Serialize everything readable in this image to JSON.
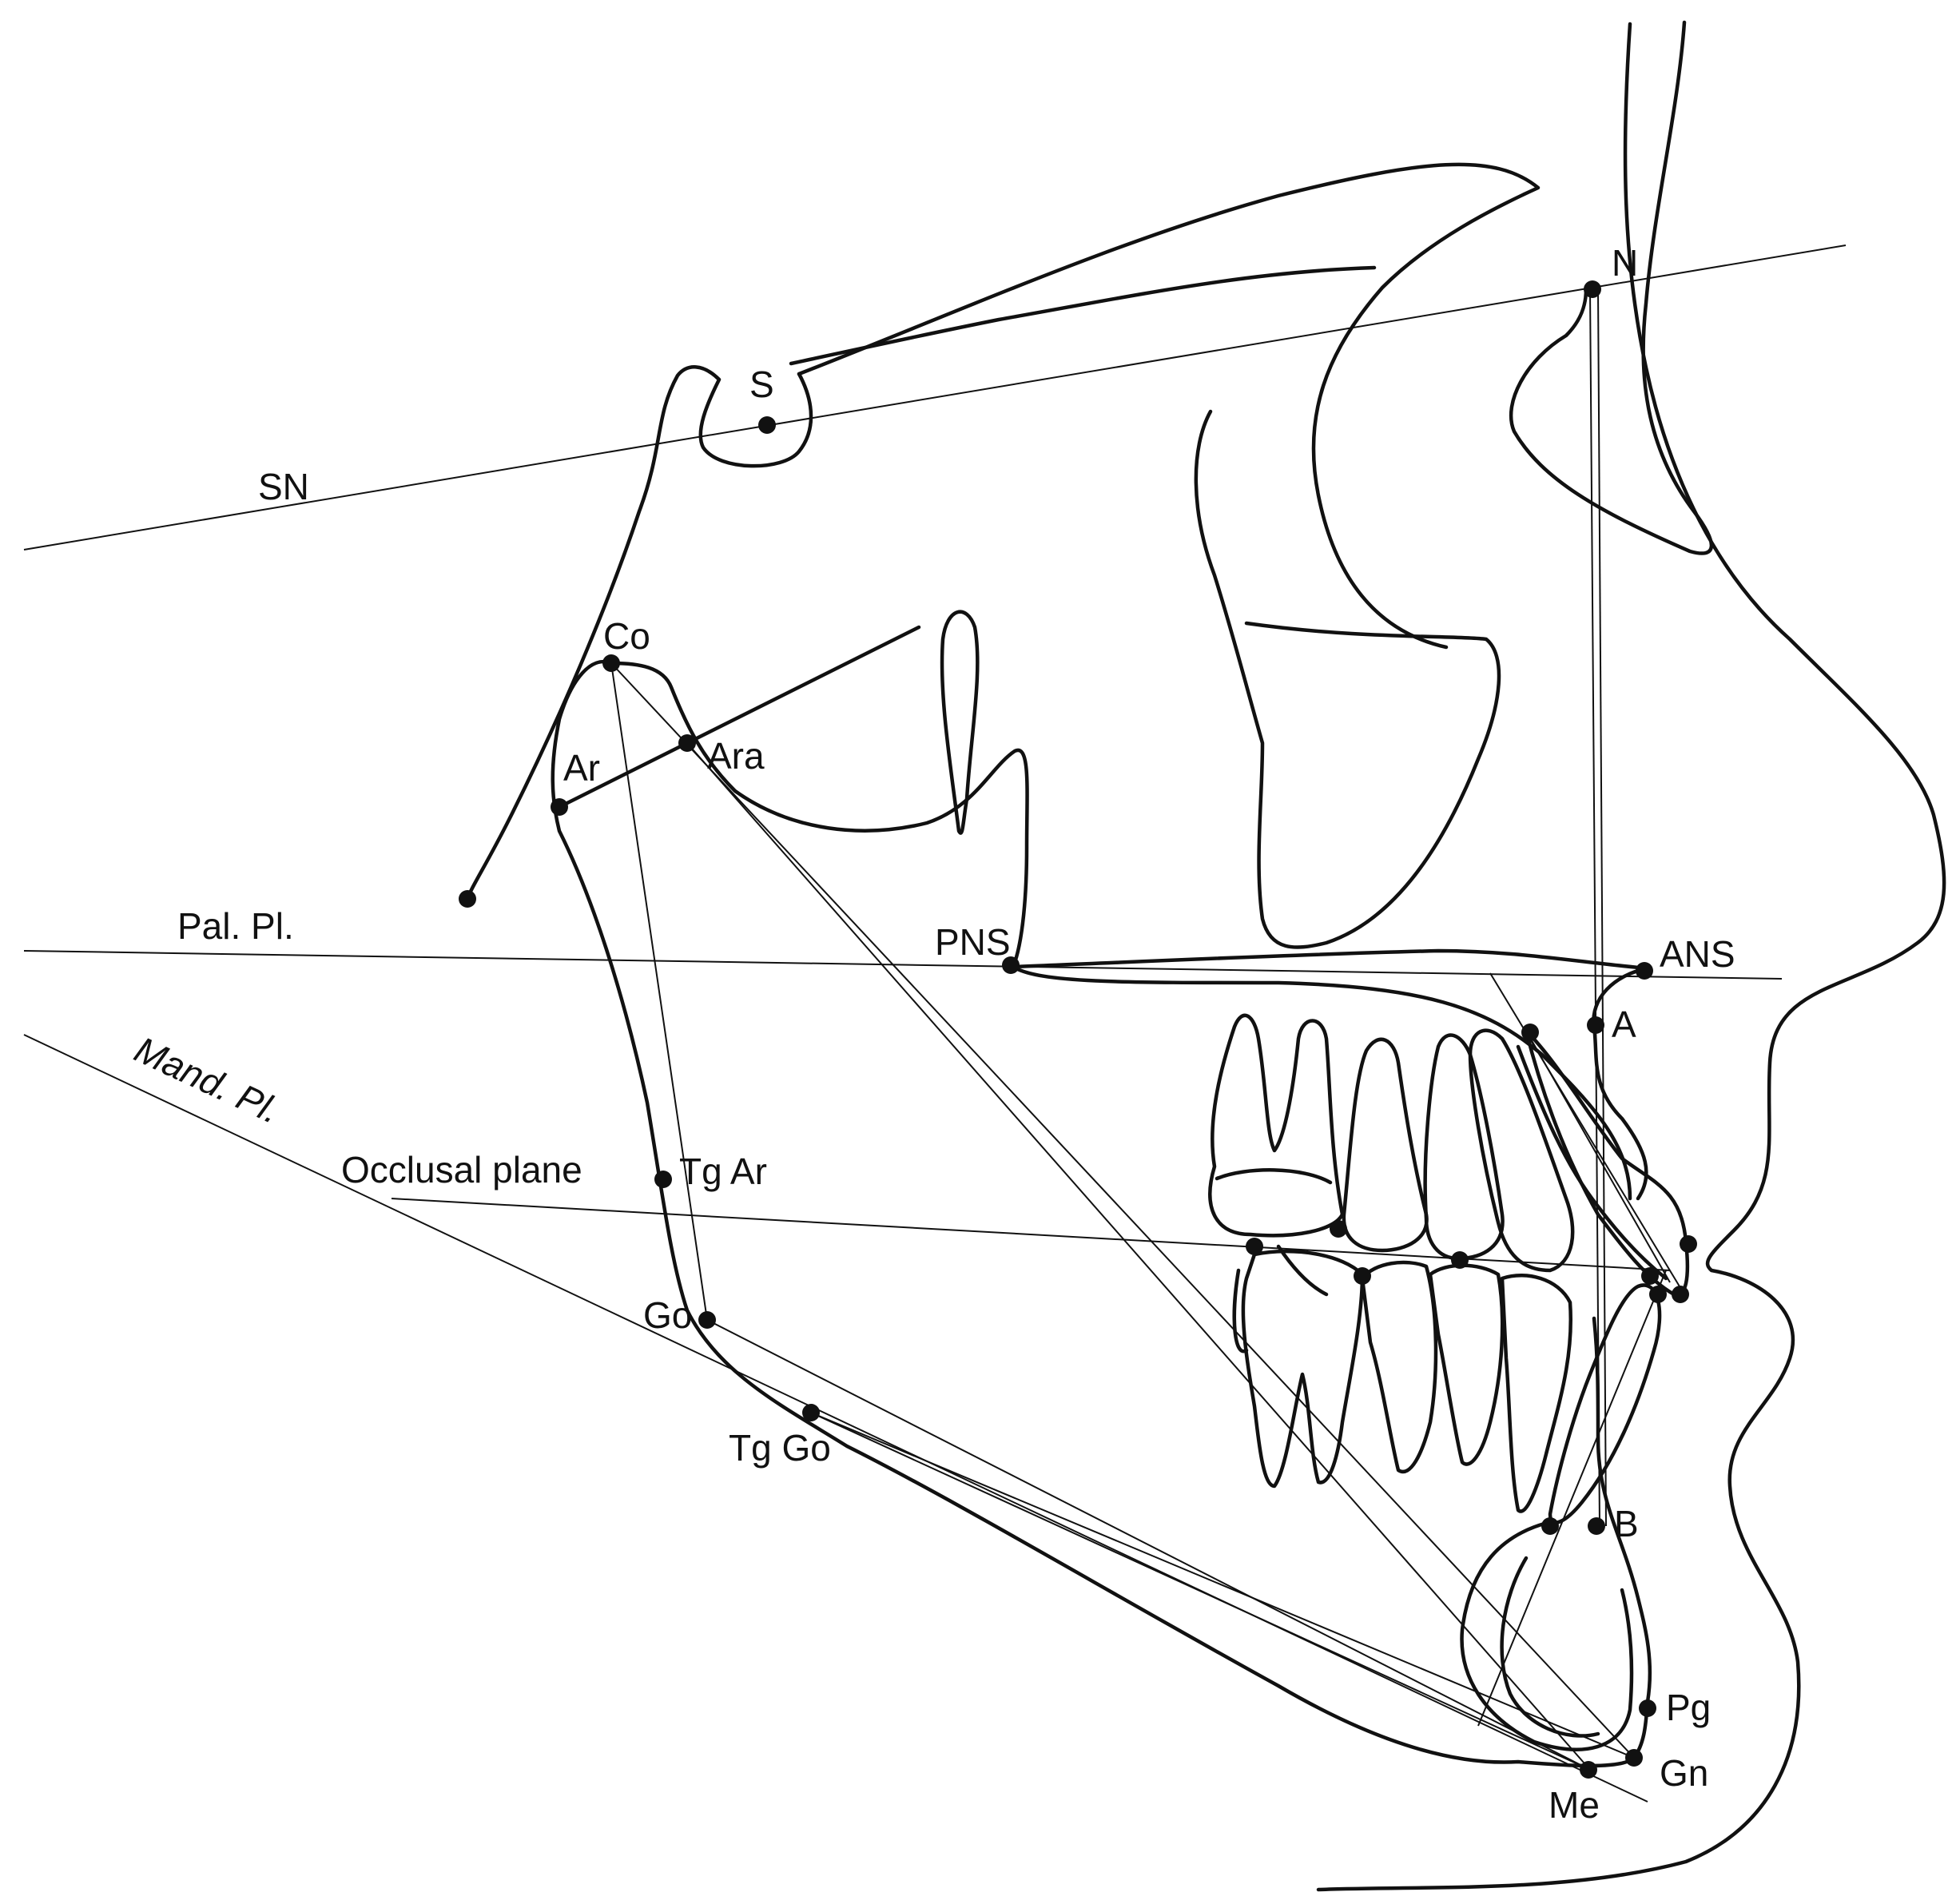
{
  "lines": {
    "sn": "SN",
    "palatal_plane": "Pal. Pl.",
    "mandibular_plane": "Mand. Pl.",
    "occlusal_plane": "Occlusal plane"
  },
  "landmarks": {
    "s": "S",
    "n": "N",
    "co": "Co",
    "ar": "Ar",
    "ara": "Ara",
    "pns": "PNS",
    "ans": "ANS",
    "a": "A",
    "tg_ar": "Tg Ar",
    "go": "Go",
    "tg_go": "Tg Go",
    "b": "B",
    "pg": "Pg",
    "gn": "Gn",
    "me": "Me"
  },
  "colors": {
    "ink": "#111111",
    "background": "#ffffff"
  }
}
